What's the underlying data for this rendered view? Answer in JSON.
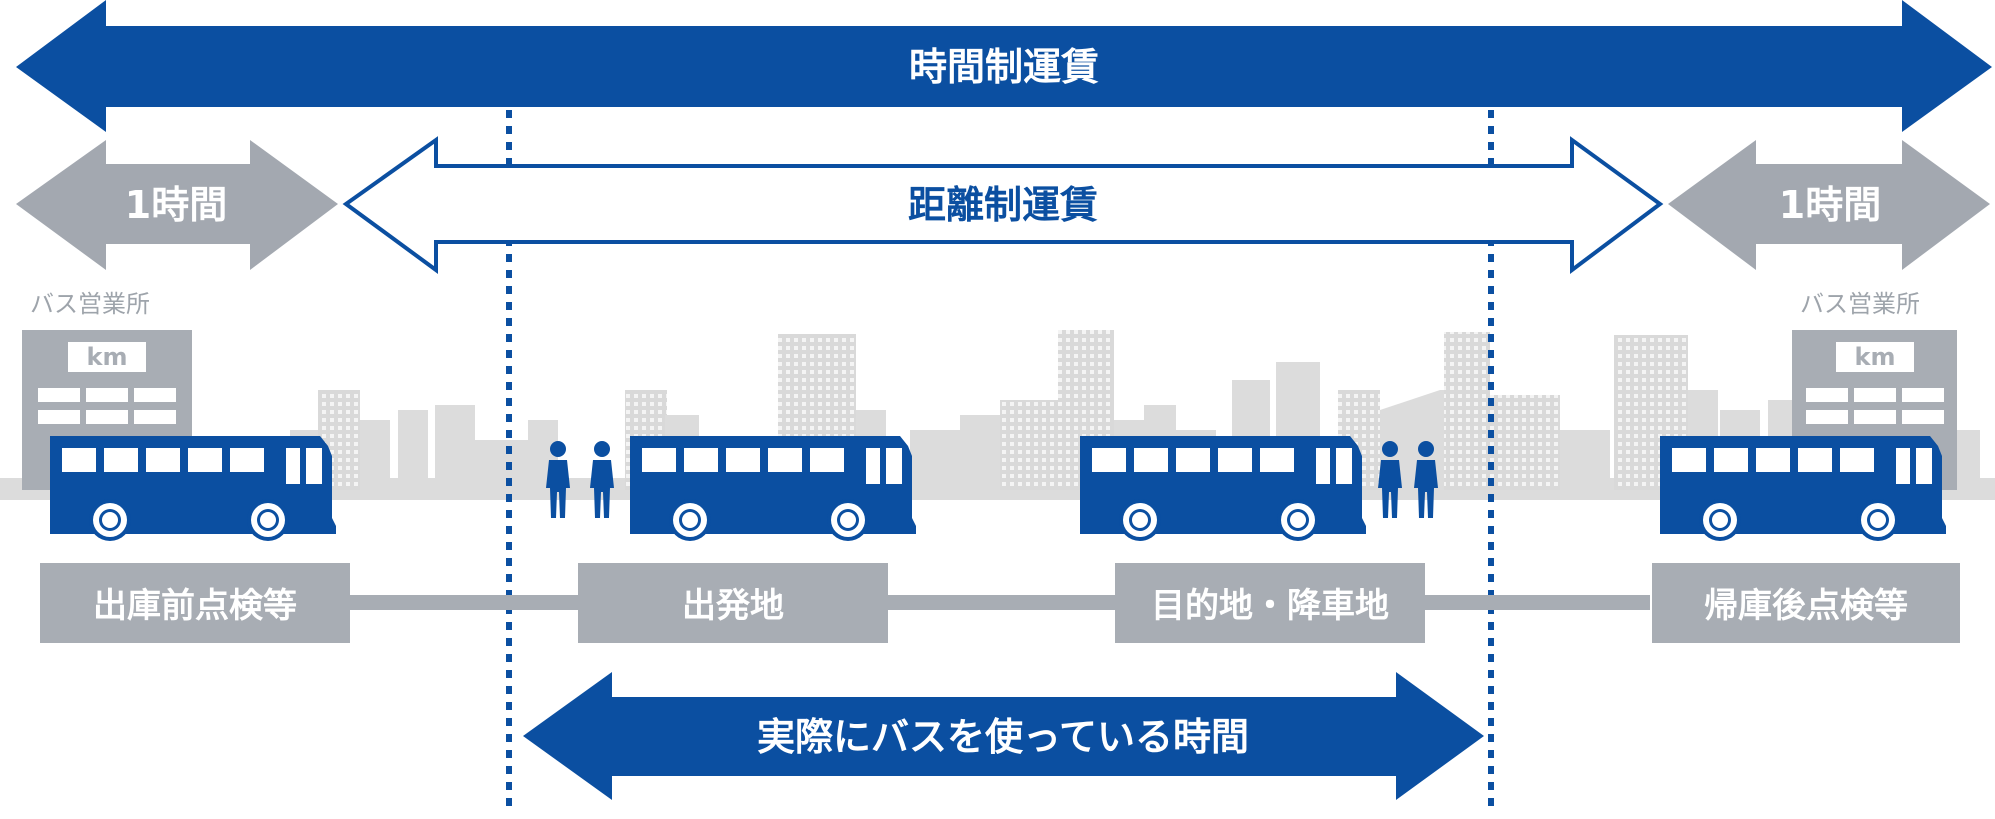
{
  "colors": {
    "blue": "#0b4fa1",
    "gray_arrow": "#a3a8b0",
    "gray_box": "#a8adb4",
    "skyline": "#dcdcdc",
    "white": "#ffffff"
  },
  "arrows": {
    "hourly_fare": "時間制運賃",
    "distance_fare": "距離制運賃",
    "left_hour": "1時間",
    "right_hour": "1時間",
    "actual_use": "実際にバスを使っている時間"
  },
  "offices": {
    "left_label": "バス営業所",
    "right_label": "バス営業所",
    "sign": "km"
  },
  "stages": [
    "出庫前点検等",
    "出発地",
    "目的地・降車地",
    "帰庫後点検等"
  ],
  "icons": {
    "bus": "bus-icon",
    "passengers": "passengers-icon",
    "office": "office-building-icon",
    "skyline": "city-skyline"
  }
}
